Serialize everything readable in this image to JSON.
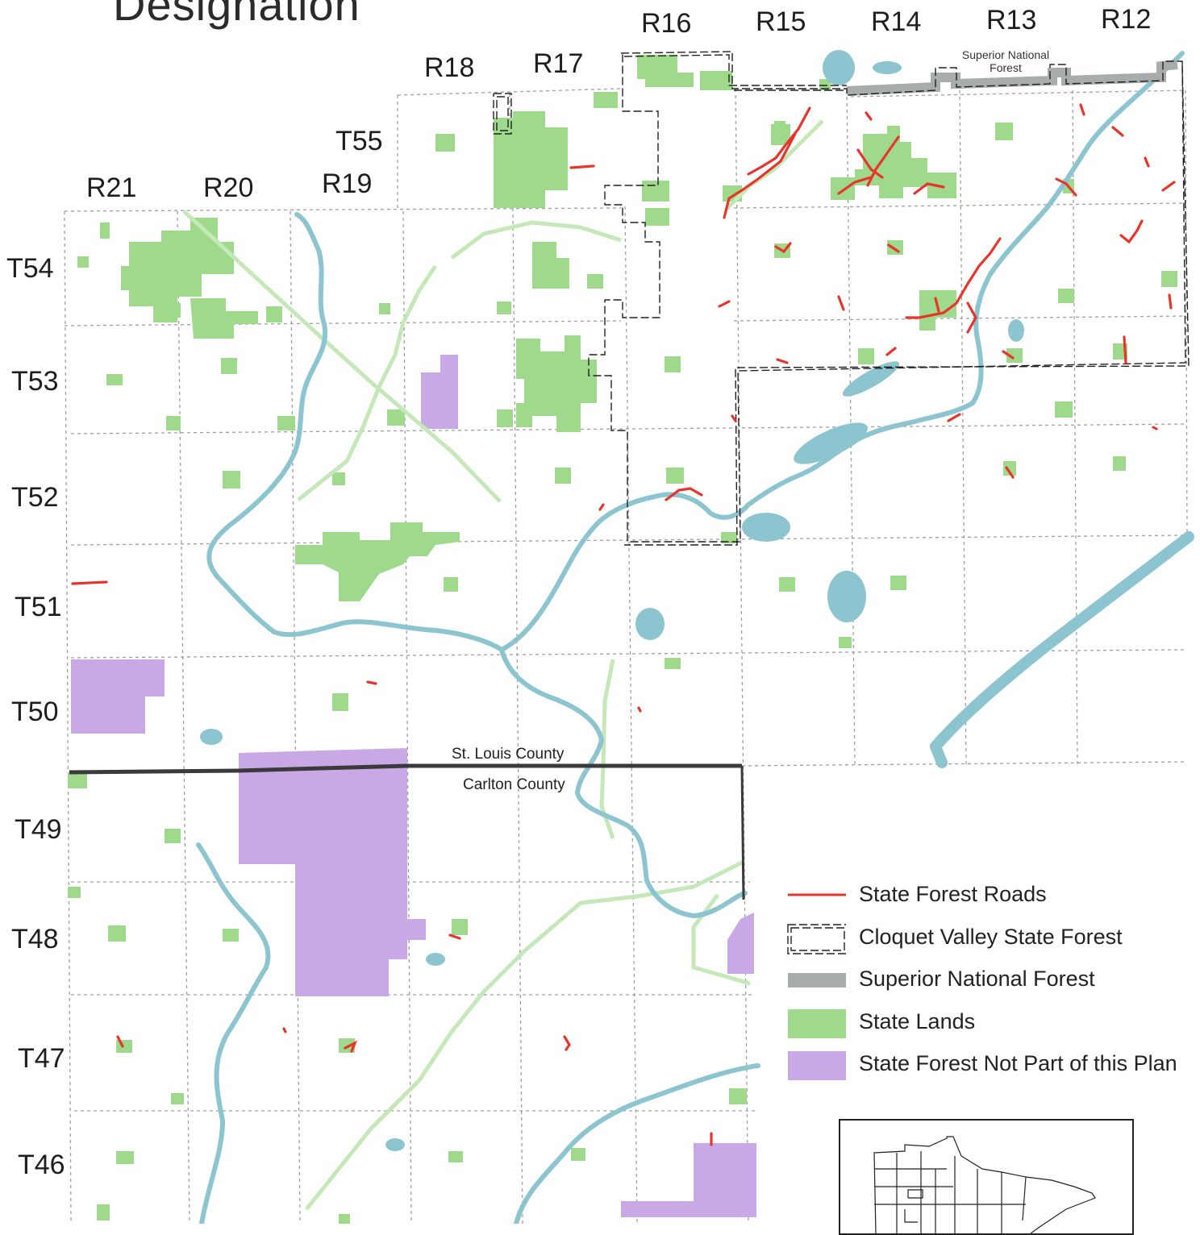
{
  "title": "Designation",
  "range_labels": [
    "R21",
    "R20",
    "R19",
    "R18",
    "R17",
    "R16",
    "R15",
    "R14",
    "R13",
    "R12"
  ],
  "township_labels": [
    "T55",
    "T54",
    "T53",
    "T52",
    "T51",
    "T50",
    "T49",
    "T48",
    "T47",
    "T46"
  ],
  "county_labels": {
    "north": "St. Louis County",
    "south": "Carlton County"
  },
  "snf_label": "Superior National Forest",
  "legend": [
    {
      "key": "roads",
      "label": "State Forest Roads",
      "color": "#e8352b"
    },
    {
      "key": "cvsf",
      "label": "Cloquet Valley State Forest",
      "color": "#222222"
    },
    {
      "key": "snf",
      "label": "Superior National Forest",
      "color": "#a8adac"
    },
    {
      "key": "state_lands",
      "label": "State Lands",
      "color": "#9ed98c"
    },
    {
      "key": "not_plan",
      "label": "State Forest Not Part of this Plan",
      "color": "#c9a8e6"
    }
  ],
  "colors": {
    "water": "#8cc4d0",
    "light_green": "#c5e8b8",
    "county_line": "#3a3a3a",
    "grid": "#a0a0a0"
  }
}
